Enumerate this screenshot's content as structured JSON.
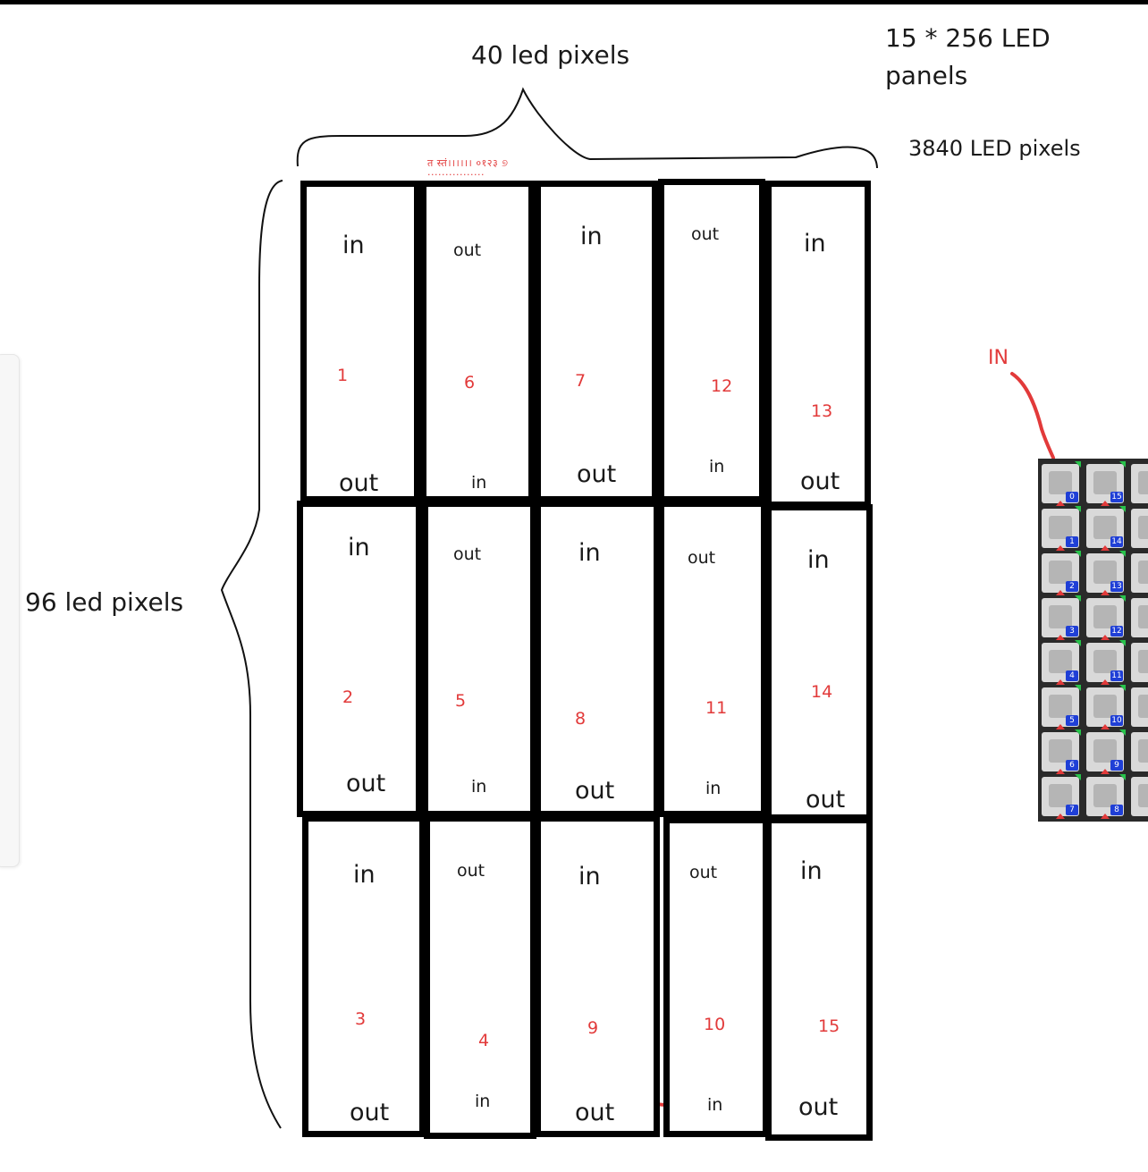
{
  "titles": {
    "panels_line1": "15 * 256 LED",
    "panels_line2": "panels",
    "width": "40 led   pixels",
    "total": "3840 LED pixels",
    "height": "96   led pixels",
    "scribble_line1": "त स्तं।।।।।। ०१२३ ୭",
    "scribble_line2": "················"
  },
  "matrix_input_label": "IN",
  "colors": {
    "ink": "#1a1a1a",
    "annotation_red": "#e23a3a",
    "badge_blue": "#1f3fd6",
    "marker_green": "#27c24a"
  },
  "panels": [
    {
      "number": "1",
      "top_text": "in",
      "bottom_text": "out",
      "column": 1,
      "row": 1
    },
    {
      "number": "6",
      "top_text": "out",
      "bottom_text": "in",
      "column": 2,
      "row": 1
    },
    {
      "number": "7",
      "top_text": "in",
      "bottom_text": "out",
      "column": 3,
      "row": 1
    },
    {
      "number": "12",
      "top_text": "out",
      "bottom_text": "in",
      "column": 4,
      "row": 1
    },
    {
      "number": "13",
      "top_text": "in",
      "bottom_text": "out",
      "column": 5,
      "row": 1
    },
    {
      "number": "2",
      "top_text": "in",
      "bottom_text": "out",
      "column": 1,
      "row": 2
    },
    {
      "number": "5",
      "top_text": "out",
      "bottom_text": "in",
      "column": 2,
      "row": 2
    },
    {
      "number": "8",
      "top_text": "in",
      "bottom_text": "out",
      "column": 3,
      "row": 2
    },
    {
      "number": "11",
      "top_text": "out",
      "bottom_text": "in",
      "column": 4,
      "row": 2
    },
    {
      "number": "14",
      "top_text": "in",
      "bottom_text": "out",
      "column": 5,
      "row": 2
    },
    {
      "number": "3",
      "top_text": "in",
      "bottom_text": "out",
      "column": 1,
      "row": 3
    },
    {
      "number": "4",
      "top_text": "out",
      "bottom_text": "in",
      "column": 2,
      "row": 3
    },
    {
      "number": "9",
      "top_text": "in",
      "bottom_text": "out",
      "column": 3,
      "row": 3
    },
    {
      "number": "10",
      "top_text": "out",
      "bottom_text": "in",
      "column": 4,
      "row": 3
    },
    {
      "number": "15",
      "top_text": "in",
      "bottom_text": "out",
      "column": 5,
      "row": 3
    }
  ],
  "matrix": {
    "rows": [
      [
        "0",
        "15"
      ],
      [
        "1",
        "14"
      ],
      [
        "2",
        "13"
      ],
      [
        "3",
        "12"
      ],
      [
        "4",
        "11"
      ],
      [
        "5",
        "10"
      ],
      [
        "6",
        "9"
      ],
      [
        "7",
        "8"
      ]
    ]
  }
}
